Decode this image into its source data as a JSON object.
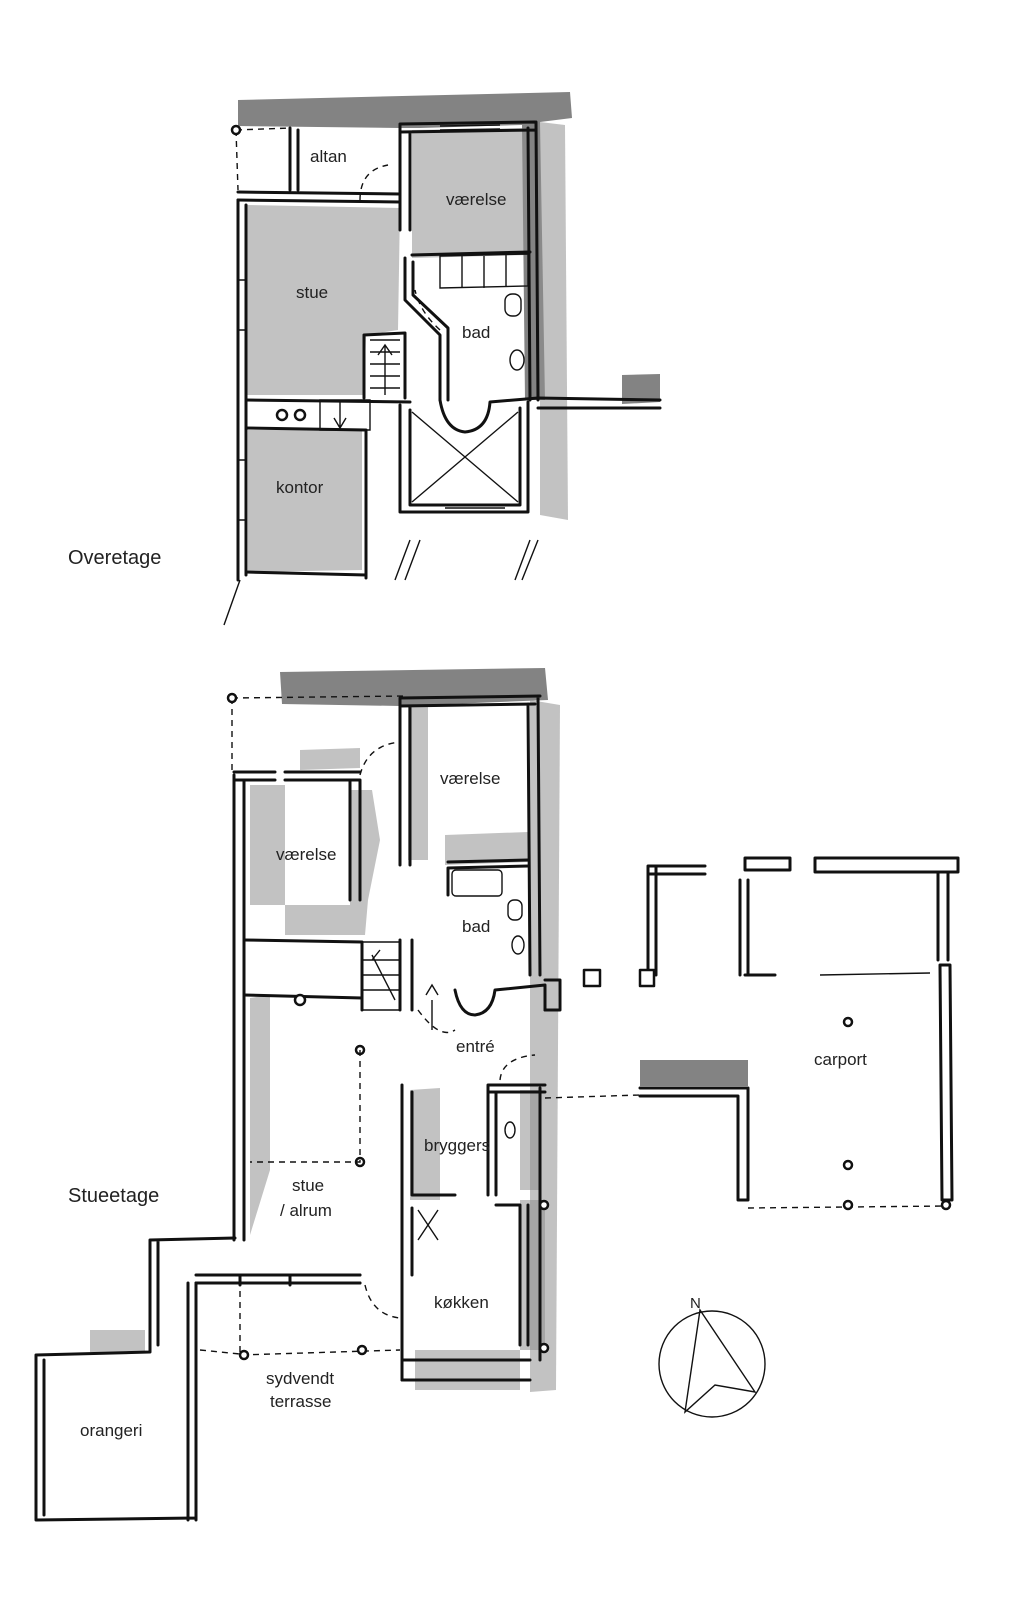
{
  "floors": {
    "upper": "Overetage",
    "ground": "Stueetage"
  },
  "rooms": {
    "upper": {
      "altan": "altan",
      "vaerelse": "værelse",
      "stue": "stue",
      "bad": "bad",
      "kontor": "kontor"
    },
    "ground": {
      "vaerelse_north": "værelse",
      "vaerelse_west": "værelse",
      "bad": "bad",
      "entre": "entré",
      "bryggers": "bryggers",
      "stue_line1": "stue",
      "stue_line2": "/ alrum",
      "koekken": "køkken",
      "terrasse_line1": "sydvendt",
      "terrasse_line2": "terrasse",
      "orangeri": "orangeri",
      "carport": "carport"
    }
  },
  "compass": {
    "label": "N"
  },
  "colors": {
    "ink": "#111111",
    "wash": "#8f8f8f",
    "paper": "#ffffff"
  }
}
